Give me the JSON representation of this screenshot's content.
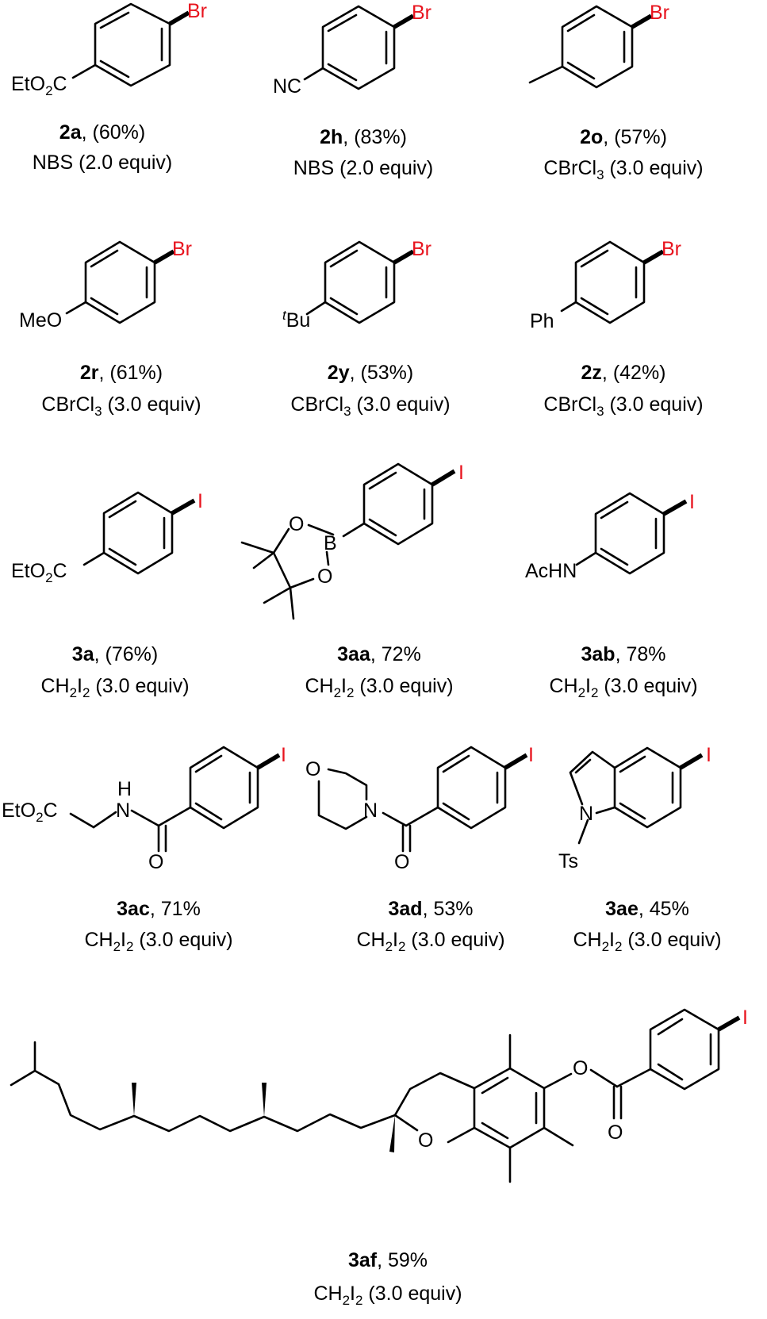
{
  "compounds": [
    {
      "id": "2a",
      "yield": "(60%)",
      "reagent_main": "NBS (2.0 equiv)",
      "subst": "EtO2C",
      "halogen": "Br"
    },
    {
      "id": "2h",
      "yield": "(83%)",
      "reagent_main": "NBS (2.0 equiv)",
      "subst": "NC",
      "halogen": "Br"
    },
    {
      "id": "2o",
      "yield": "(57%)",
      "reagent_pre": "CBrCl",
      "reagent_sub": "3",
      "reagent_post": " (3.0 equiv)",
      "halogen": "Br"
    },
    {
      "id": "2r",
      "yield": "(61%)",
      "reagent_pre": "CBrCl",
      "reagent_sub": "3",
      "reagent_post": " (3.0 equiv)",
      "subst": "MeO",
      "halogen": "Br"
    },
    {
      "id": "2y",
      "yield": "(53%)",
      "reagent_pre": "CBrCl",
      "reagent_sub": "3",
      "reagent_post": " (3.0 equiv)",
      "subst_sup": "t",
      "subst": "Bu",
      "halogen": "Br"
    },
    {
      "id": "2z",
      "yield": "(42%)",
      "reagent_pre": "CBrCl",
      "reagent_sub": "3",
      "reagent_post": " (3.0 equiv)",
      "subst": "Ph",
      "halogen": "Br"
    },
    {
      "id": "3a",
      "yield": "(76%)",
      "reagent_pre": "CH",
      "reagent_sub": "2",
      "reagent_mid": "I",
      "reagent_sub2": "2",
      "reagent_post": " (3.0 equiv)",
      "subst": "EtO2C",
      "halogen": "I"
    },
    {
      "id": "3aa",
      "yield": "72%",
      "reagent_pre": "CH",
      "reagent_sub": "2",
      "reagent_mid": "I",
      "reagent_sub2": "2",
      "reagent_post": " (3.0 equiv)",
      "halogen": "I",
      "atom_o1": "O",
      "atom_o2": "O",
      "atom_b": "B"
    },
    {
      "id": "3ab",
      "yield": "78%",
      "reagent_pre": "CH",
      "reagent_sub": "2",
      "reagent_mid": "I",
      "reagent_sub2": "2",
      "reagent_post": " (3.0 equiv)",
      "subst": "AcHN",
      "halogen": "I"
    },
    {
      "id": "3ac",
      "yield": "71%",
      "reagent_pre": "CH",
      "reagent_sub": "2",
      "reagent_mid": "I",
      "reagent_sub2": "2",
      "reagent_post": " (3.0 equiv)",
      "subst": "EtO2C",
      "atom_h": "H",
      "atom_n": "N",
      "atom_o": "O",
      "halogen": "I"
    },
    {
      "id": "3ad",
      "yield": "53%",
      "reagent_pre": "CH",
      "reagent_sub": "2",
      "reagent_mid": "I",
      "reagent_sub2": "2",
      "reagent_post": " (3.0 equiv)",
      "atom_o_ring": "O",
      "atom_n": "N",
      "atom_o": "O",
      "halogen": "I"
    },
    {
      "id": "3ae",
      "yield": "45%",
      "reagent_pre": "CH",
      "reagent_sub": "2",
      "reagent_mid": "I",
      "reagent_sub2": "2",
      "reagent_post": " (3.0 equiv)",
      "atom_n": "N",
      "subst": "Ts",
      "halogen": "I"
    },
    {
      "id": "3af",
      "yield": "59%",
      "reagent_pre": "CH",
      "reagent_sub": "2",
      "reagent_mid": "I",
      "reagent_sub2": "2",
      "reagent_post": " (3.0 equiv)",
      "atom_o_ester": "O",
      "atom_o_carbonyl": "O",
      "atom_o_ring": "O",
      "halogen": "I"
    }
  ],
  "colors": {
    "halogen": "#e8141e",
    "bond": "#000000"
  }
}
